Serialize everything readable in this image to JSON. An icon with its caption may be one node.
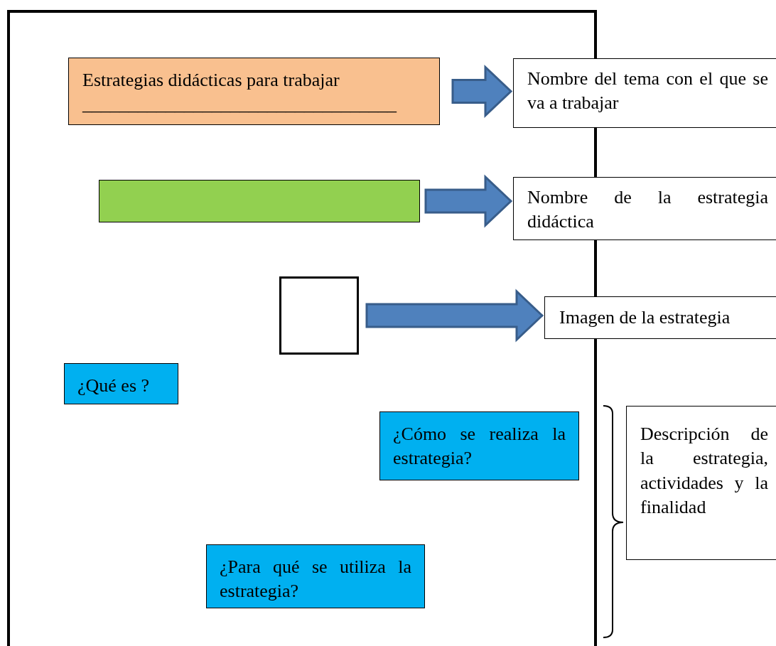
{
  "diagram": {
    "nodes": [
      {
        "text": [],
        "shape": "box"
      },
      {
        "text": [
          "Estrategias didácticas para trabajar",
          "__________________________________"
        ],
        "in": 0
      },
      {
        "text": [],
        "shape": "bar",
        "in": 0
      },
      {
        "text": [],
        "shape": "box",
        "in": 0
      },
      {
        "text": [
          "¿Qué es ?"
        ],
        "in": 0
      },
      {
        "text": [
          "¿Cómo se realiza la estrategia?"
        ],
        "in": 0
      },
      {
        "text": [
          "¿Para qué se utiliza la estrategia?"
        ],
        "in": 0
      },
      {
        "text": [
          "Nombre del tema con el que se va a trabajar"
        ]
      },
      {
        "text": [
          "Nombre de la estrategia didáctica"
        ]
      },
      {
        "text": [
          "Imagen de la estrategia"
        ]
      },
      {
        "text": [
          "Descripción de la estrategia, actividades y la finalidad"
        ]
      }
    ],
    "edges": [
      {
        "from": 1,
        "to": 7,
        "arrow": "to"
      },
      {
        "from": 2,
        "to": 8,
        "arrow": "to"
      },
      {
        "from": 3,
        "to": 9,
        "arrow": "to"
      }
    ]
  }
}
